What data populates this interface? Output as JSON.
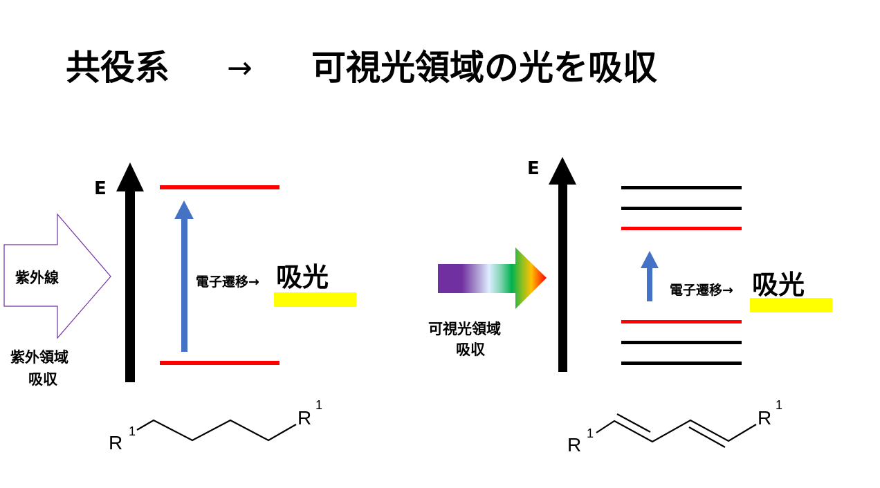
{
  "title": {
    "left": "共役系",
    "arrow": "→",
    "right": "可視光領域の光を吸収"
  },
  "colors": {
    "red_level": "#ff0000",
    "black_level": "#000000",
    "blue_arrow": "#4472c4",
    "highlight": "#ffff00",
    "uv_arrow_outline": "#7030a0"
  },
  "left_panel": {
    "energy_axis_label": "E",
    "uv_arrow_label": "紫外線",
    "region_label_line1": "紫外領域",
    "region_label_line2": "吸収",
    "transition_label": "電子遷移→",
    "absorb_label": "吸光",
    "molecule": {
      "left_group": "R",
      "left_sup": "1",
      "right_group": "R",
      "right_sup": "1",
      "bonds": "single"
    }
  },
  "right_panel": {
    "energy_axis_label": "E",
    "region_label_line1": "可視光領域",
    "region_label_line2": "吸収",
    "transition_label": "電子遷移→",
    "absorb_label": "吸光",
    "molecule": {
      "left_group": "R",
      "left_sup": "1",
      "right_group": "R",
      "right_sup": "1",
      "bonds": "conjugated"
    }
  }
}
